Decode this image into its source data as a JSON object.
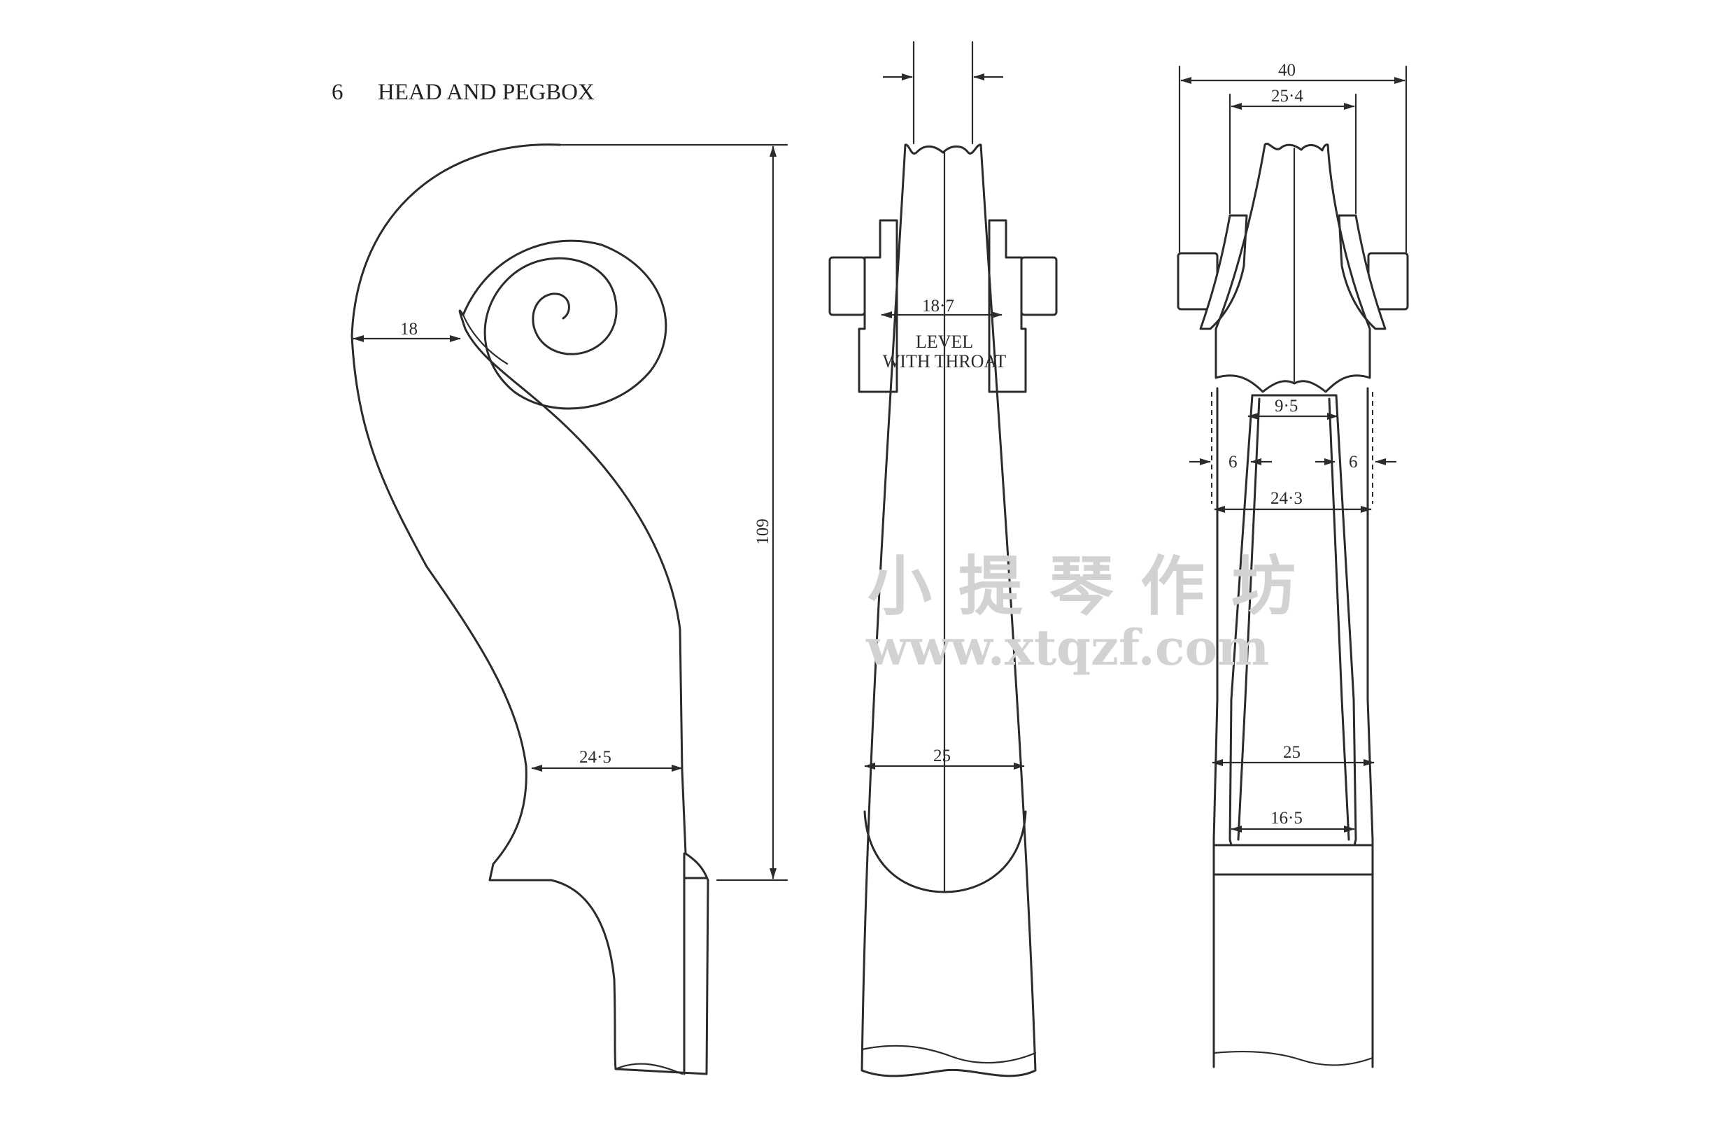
{
  "title": {
    "number": "6",
    "text": "HEAD AND PEGBOX"
  },
  "watermark": {
    "chinese": "小提琴作坊",
    "url": "www.xtqzf.com"
  },
  "side_view": {
    "dims": [
      "18",
      "24·5",
      "109"
    ]
  },
  "front_view": {
    "dims": [
      "18·7",
      "25"
    ],
    "note_line1": "LEVEL",
    "note_line2": "WITH THROAT"
  },
  "back_view": {
    "dims": [
      "40",
      "25·4",
      "9·5",
      "6",
      "6",
      "24·3",
      "25",
      "16·5"
    ]
  }
}
